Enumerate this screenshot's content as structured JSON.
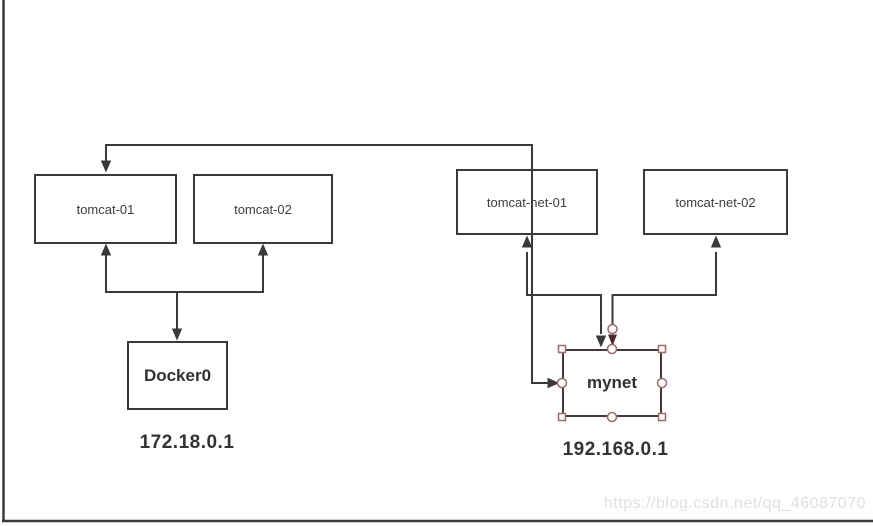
{
  "canvas": {
    "line_color": "#3a3a3a",
    "selection_color": "#9c6b6b",
    "selection_arrow_color": "#4d2b2b",
    "watermark_color": "#e0e0e0",
    "background": "#ffffff"
  },
  "nodes": {
    "tomcat01": {
      "label": "tomcat-01"
    },
    "tomcat02": {
      "label": "tomcat-02"
    },
    "tomcatnet01": {
      "label": "tomcat-net-01"
    },
    "tomcatnet02": {
      "label": "tomcat-net-02"
    },
    "docker0": {
      "label": "Docker0"
    },
    "mynet": {
      "label": "mynet"
    }
  },
  "labels": {
    "docker0_ip": "172.18.0.1",
    "mynet_ip": "192.168.0.1"
  },
  "watermark": "https://blog.csdn.net/qq_46087070"
}
